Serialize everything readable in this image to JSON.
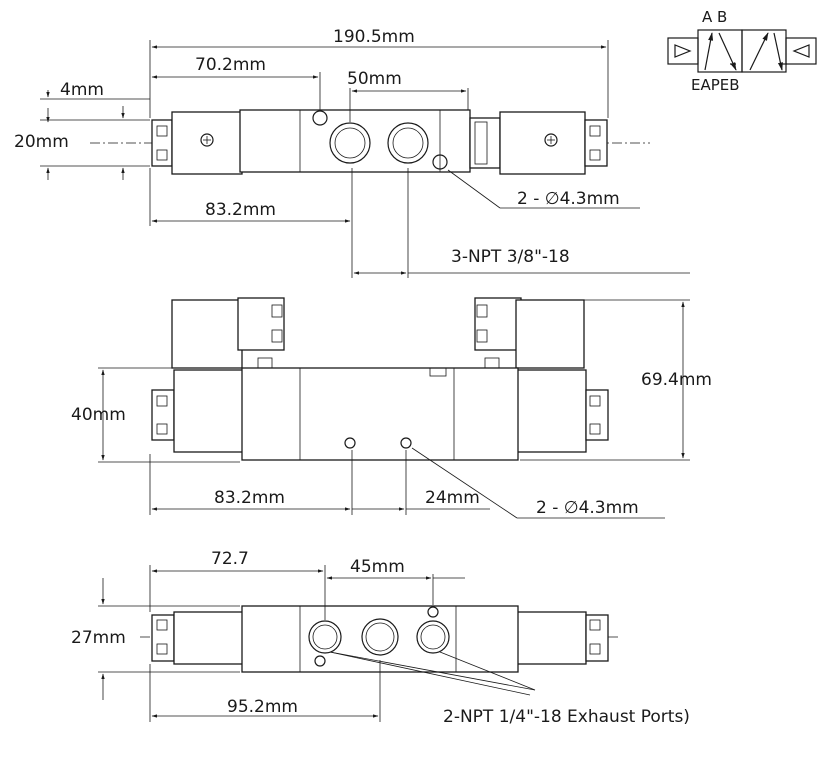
{
  "valve_symbol": {
    "top_label": "A B",
    "bottom_label": "EAPEB"
  },
  "top_view": {
    "overall_length": "190.5mm",
    "left_to_port": "70.2mm",
    "port_spacing": "50mm",
    "offset": "4mm",
    "width": "20mm",
    "left_to_center": "83.2mm",
    "mount_holes": "2 - ∅4.3mm",
    "ports": "3-NPT 3/8\"-18"
  },
  "front_view": {
    "height": "69.4mm",
    "body_height": "40mm",
    "left_to_hole": "83.2mm",
    "hole_spacing": "24mm",
    "mount_holes": "2 - ∅4.3mm"
  },
  "bottom_view": {
    "left_to_port": "72.7",
    "port_spacing": "45mm",
    "width": "27mm",
    "left_to_center": "95.2mm",
    "exhaust_ports": "2-NPT  1/4\"-18 Exhaust Ports)"
  }
}
